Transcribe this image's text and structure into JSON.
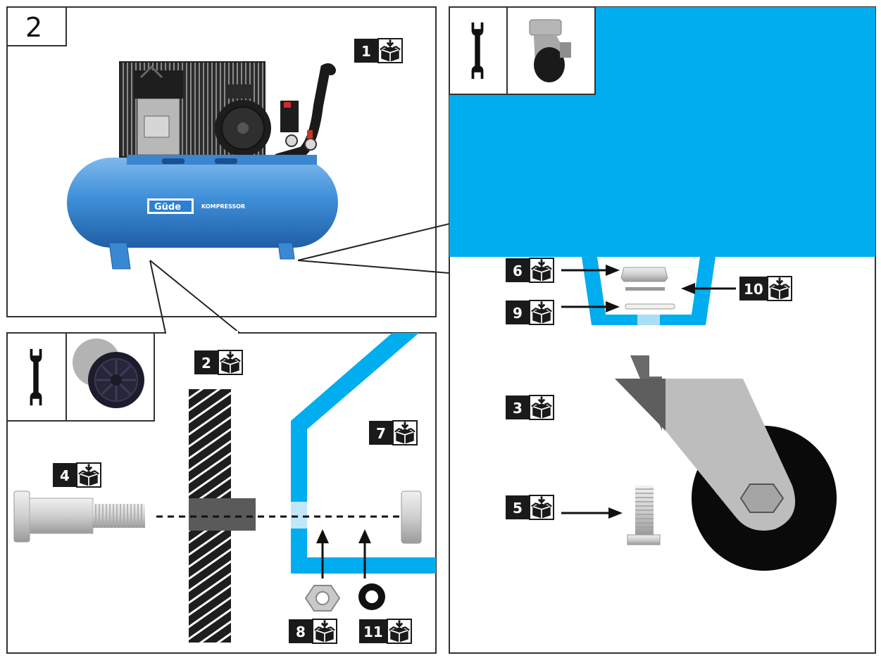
{
  "step_number": "2",
  "brand_logo": "Güde",
  "product_text": "KOMPRESSOR",
  "part_labels": [
    "1",
    "2",
    "3",
    "4",
    "5",
    "6",
    "7",
    "8",
    "9",
    "10",
    "11"
  ],
  "icons": {
    "tool": "wrench-icon",
    "parts_box": "parts-box-icon",
    "wheel": "caster-wheel-icon",
    "foot": "rubber-foot-icon"
  },
  "colors": {
    "accent_blue": "#00adef",
    "tank_blue": "#3f8fd8",
    "label_bg": "#1a1a1a",
    "frame": "#2a2a2a"
  }
}
